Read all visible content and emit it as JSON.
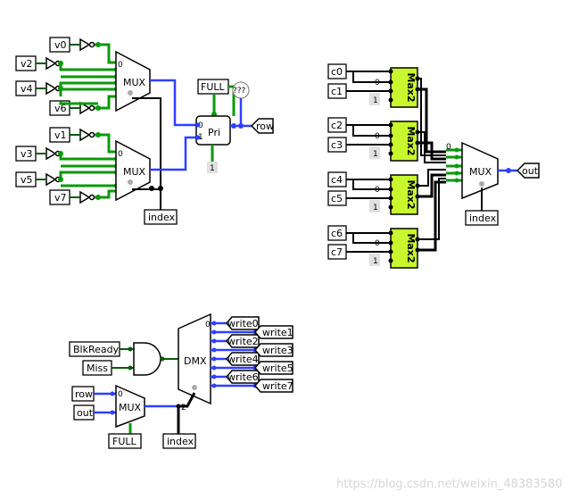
{
  "block1": {
    "inputs": [
      "v0",
      "v2",
      "v4",
      "v6",
      "v1",
      "v3",
      "v5",
      "v7"
    ],
    "mux_top_label": "MUX",
    "mux_bottom_label": "MUX",
    "mux_select_0": "0",
    "full_label": "FULL",
    "probe_label": "???",
    "pri_label": "Pri",
    "pri_in0": "0",
    "pri_in1": "1",
    "const_one": "1",
    "row_label": "row",
    "index_label": "index"
  },
  "block2": {
    "inputs": [
      "c0",
      "c1",
      "c2",
      "c3",
      "c4",
      "c5",
      "c6",
      "c7"
    ],
    "max_label": "Max2",
    "port0": "0",
    "port1": "1",
    "mux_label": "MUX",
    "mux_port0": "0",
    "out_label": "out",
    "index_label": "index"
  },
  "block3": {
    "blkready_label": "BlkReady",
    "miss_label": "Miss",
    "dmx_label": "DMX",
    "dmx_port0": "0",
    "writes_left": [
      "write0",
      "write2",
      "write4",
      "write6"
    ],
    "writes_right": [
      "write1",
      "write3",
      "write5",
      "write7"
    ],
    "row_label": "row",
    "out_label": "out",
    "mux_label": "MUX",
    "mux_port0": "0",
    "full_label": "FULL",
    "index_label": "index",
    "sel_width": "2"
  },
  "watermark": "https://blog.csdn.net/weixin_48383580",
  "colors": {
    "wire_green": "#0a9a0a",
    "wire_blue": "#2f3fff",
    "max_fill": "#c7f72c"
  }
}
